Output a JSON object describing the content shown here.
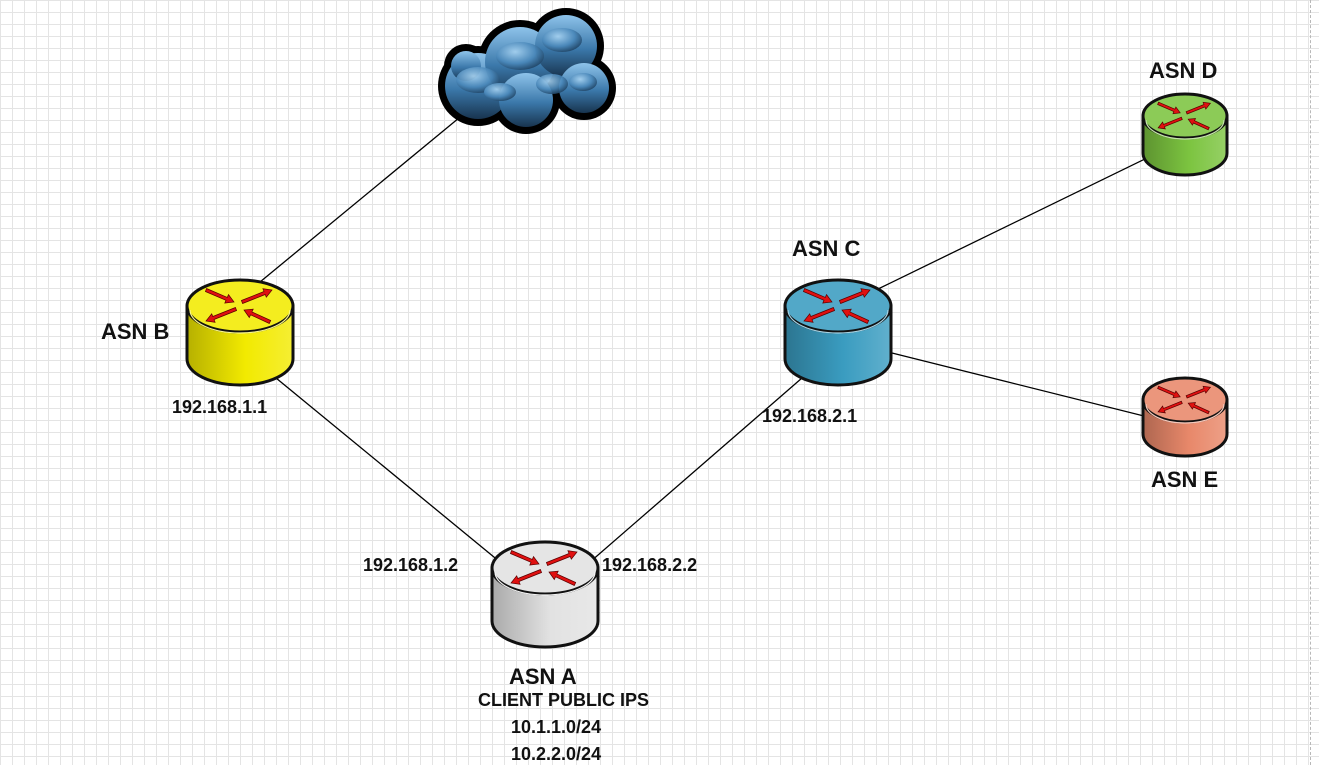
{
  "routers": {
    "a": {
      "name": "ASN A",
      "color": "#e2e2e2"
    },
    "b": {
      "name": "ASN B",
      "color": "#f2ea00"
    },
    "c": {
      "name": "ASN C",
      "color": "#3a9cc0"
    },
    "d": {
      "name": "ASN D",
      "color": "#7cc440"
    },
    "e": {
      "name": "ASN E",
      "color": "#e8886a"
    }
  },
  "ips": {
    "b_side": "192.168.1.1",
    "a_to_b": "192.168.1.2",
    "a_to_c": "192.168.2.2",
    "c_side": "192.168.2.1"
  },
  "client": {
    "title": "CLIENT PUBLIC IPS",
    "prefixes": [
      "10.1.1.0/24",
      "10.2.2.0/24"
    ]
  },
  "icons": {
    "cloud": "internet-cloud-icon",
    "router": "router-icon",
    "arrows": "red-routing-arrows"
  },
  "colors": {
    "arrow": "#e01010",
    "cloud": "#3f7fae",
    "link": "#000000"
  }
}
